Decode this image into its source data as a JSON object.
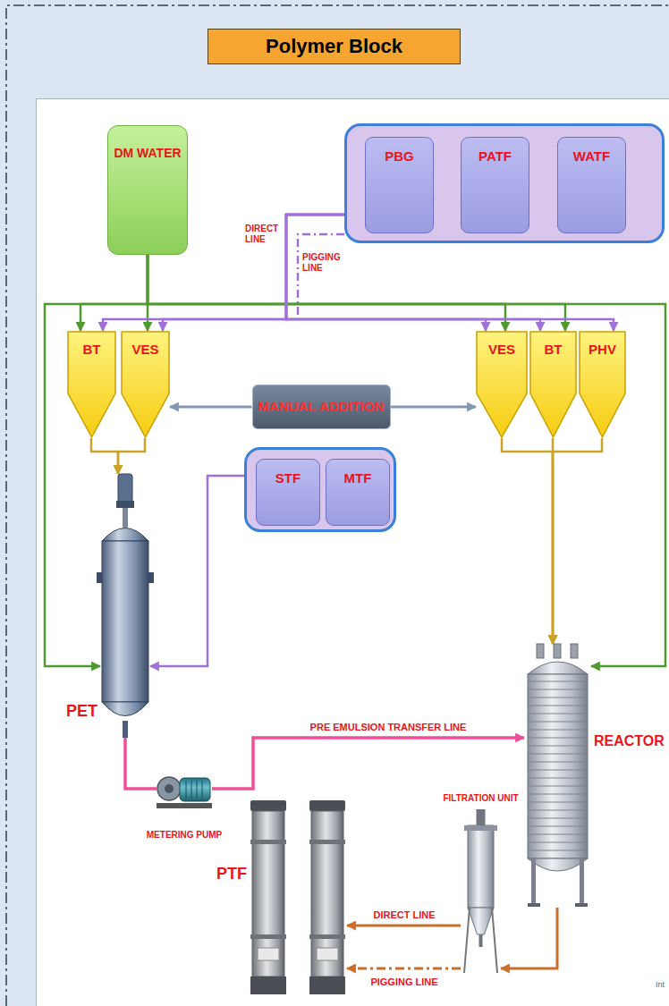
{
  "diagram": {
    "title": "Polymer Block",
    "nodes": [
      {
        "text": [
          "DM WATER"
        ]
      },
      {
        "text": []
      },
      {
        "text": [
          "PBG"
        ],
        "in": 1
      },
      {
        "text": [
          "PATF"
        ],
        "in": 1
      },
      {
        "text": [
          "WATF"
        ],
        "in": 1
      },
      {
        "text": [
          "BT"
        ]
      },
      {
        "text": [
          "VES"
        ]
      },
      {
        "text": [
          "MANUAL ADDITION"
        ]
      },
      {
        "text": [
          "VES"
        ]
      },
      {
        "text": [
          "BT"
        ]
      },
      {
        "text": [
          "PHV"
        ]
      },
      {
        "text": []
      },
      {
        "text": [
          "STF"
        ],
        "in": 11
      },
      {
        "text": [
          "MTF"
        ],
        "in": 11
      },
      {
        "text": [
          "PET"
        ]
      },
      {
        "text": [
          "REACTOR"
        ]
      },
      {
        "text": [
          "FILTRATION UNIT"
        ]
      },
      {
        "text": [
          "METERING PUMP"
        ]
      },
      {
        "text": [
          "PTF"
        ]
      }
    ],
    "edges": [
      {
        "from": 0,
        "to": 5,
        "arrow": "to"
      },
      {
        "from": 0,
        "to": 6,
        "arrow": "to"
      },
      {
        "from": 0,
        "to": 8,
        "arrow": "to"
      },
      {
        "from": 0,
        "to": 9,
        "arrow": "to"
      },
      {
        "from": 0,
        "to": 14,
        "arrow": "to"
      },
      {
        "from": 0,
        "to": 15,
        "arrow": "to"
      },
      {
        "from": 1,
        "to": 5,
        "arrow": "to"
      },
      {
        "from": 1,
        "to": 6,
        "arrow": "to"
      },
      {
        "from": 1,
        "to": 8,
        "arrow": "to"
      },
      {
        "from": 1,
        "to": 9,
        "arrow": "to"
      },
      {
        "from": 1,
        "to": 10,
        "arrow": "to"
      },
      {
        "from": 7,
        "to": 6,
        "arrow": "to"
      },
      {
        "from": 7,
        "to": 8,
        "arrow": "to"
      },
      {
        "from": 5,
        "to": 14,
        "arrow": "to"
      },
      {
        "from": 6,
        "to": 14,
        "arrow": "to"
      },
      {
        "from": 8,
        "to": 15,
        "arrow": "to"
      },
      {
        "from": 9,
        "to": 15,
        "arrow": "to"
      },
      {
        "from": 10,
        "to": 15,
        "arrow": "to"
      },
      {
        "from": 11,
        "to": 14,
        "arrow": "to"
      },
      {
        "from": 14,
        "to": 17,
        "arrow": "none"
      },
      {
        "from": 17,
        "to": 15,
        "label": "PRE EMULSION TRANSFER LINE",
        "arrow": "to"
      },
      {
        "from": 15,
        "to": 16,
        "arrow": "to"
      },
      {
        "from": 16,
        "to": 18,
        "label": "DIRECT LINE",
        "arrow": "to"
      },
      {
        "from": 16,
        "to": 18,
        "label": "PIGGING LINE",
        "arrow": "to"
      }
    ],
    "labels": [
      "DIRECT LINE",
      "PIGGING LINE",
      "Int"
    ]
  }
}
